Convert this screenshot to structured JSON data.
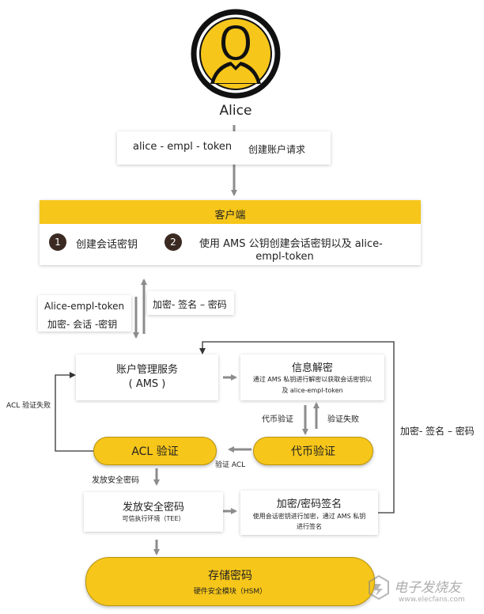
{
  "alice": {
    "name": "Alice",
    "icon": "user-avatar-icon"
  },
  "request_box": {
    "token": "alice - empl - token",
    "action": "创建账户请求"
  },
  "client": {
    "title": "客户端",
    "step1_num": "1",
    "step1_text": "创建会话密钥",
    "step2_num": "2",
    "step2_line1": "使用 AMS 公钥创建会话密钥以及 alice-",
    "step2_line2": "empl-token"
  },
  "left_box": {
    "line1": "Alice-empl-token",
    "line2": "加密- 会话 -密钥"
  },
  "sign_label_top": "加密- 签名 – 密码",
  "ams": {
    "line1": "账户管理服务",
    "line2": "( AMS )"
  },
  "decrypt": {
    "title": "信息解密",
    "desc1": "通过 AMS 私钥进行解密以获取会话密钥以",
    "desc2": "及 alice-empl-token"
  },
  "acl_fail": "ACL 验证失败",
  "token_verify_label": "代币验证",
  "verify_fail": "验证失败",
  "right_sign_label": "加密- 签名 – 密码",
  "acl_verify": "ACL 验证",
  "token_verify": "代币验证",
  "verify_acl": "验证 ACL",
  "issue_label": "发放安全密码",
  "issue": {
    "title": "发放安全密码",
    "subtitle": "可信执行环境（TEE）"
  },
  "encsign": {
    "title": "加密/密码签名",
    "desc1": "使用会话密钥进行加密，通过 AMS 私钥",
    "desc2": "进行签名"
  },
  "storage": {
    "title": "存储密码",
    "subtitle": "硬件安全模块（HSM）"
  },
  "watermark": {
    "main": "电子发烧友",
    "url": "www.elecfans.com"
  },
  "colors": {
    "accent": "#f6c61a",
    "arrow": "#8c8c8c",
    "line": "#333333"
  }
}
